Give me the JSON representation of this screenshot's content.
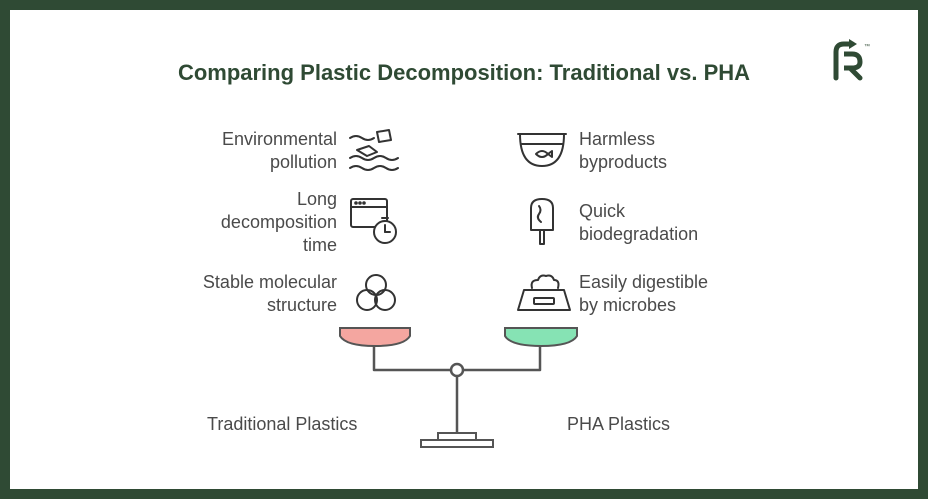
{
  "title": "Comparing Plastic Decomposition: Traditional vs. PHA",
  "logo": {
    "text": "R",
    "trademark": "™",
    "color": "#2f4a34"
  },
  "left_side": {
    "label": "Traditional Plastics",
    "pan_color": "#f4a6a0",
    "items": [
      {
        "lines": [
          "Environmental",
          "pollution"
        ],
        "icon": "polluted-water-icon"
      },
      {
        "lines": [
          "Long",
          "decomposition",
          "time"
        ],
        "icon": "browser-clock-icon"
      },
      {
        "lines": [
          "Stable molecular",
          "structure"
        ],
        "icon": "molecule-icon"
      }
    ]
  },
  "right_side": {
    "label": "PHA Plastics",
    "pan_color": "#86e3b4",
    "items": [
      {
        "lines": [
          "Harmless",
          "byproducts"
        ],
        "icon": "fishbowl-icon"
      },
      {
        "lines": [
          "Quick",
          "biodegradation"
        ],
        "icon": "popsicle-icon"
      },
      {
        "lines": [
          "Easily digestible",
          "by microbes"
        ],
        "icon": "scale-cloud-icon"
      }
    ]
  }
}
